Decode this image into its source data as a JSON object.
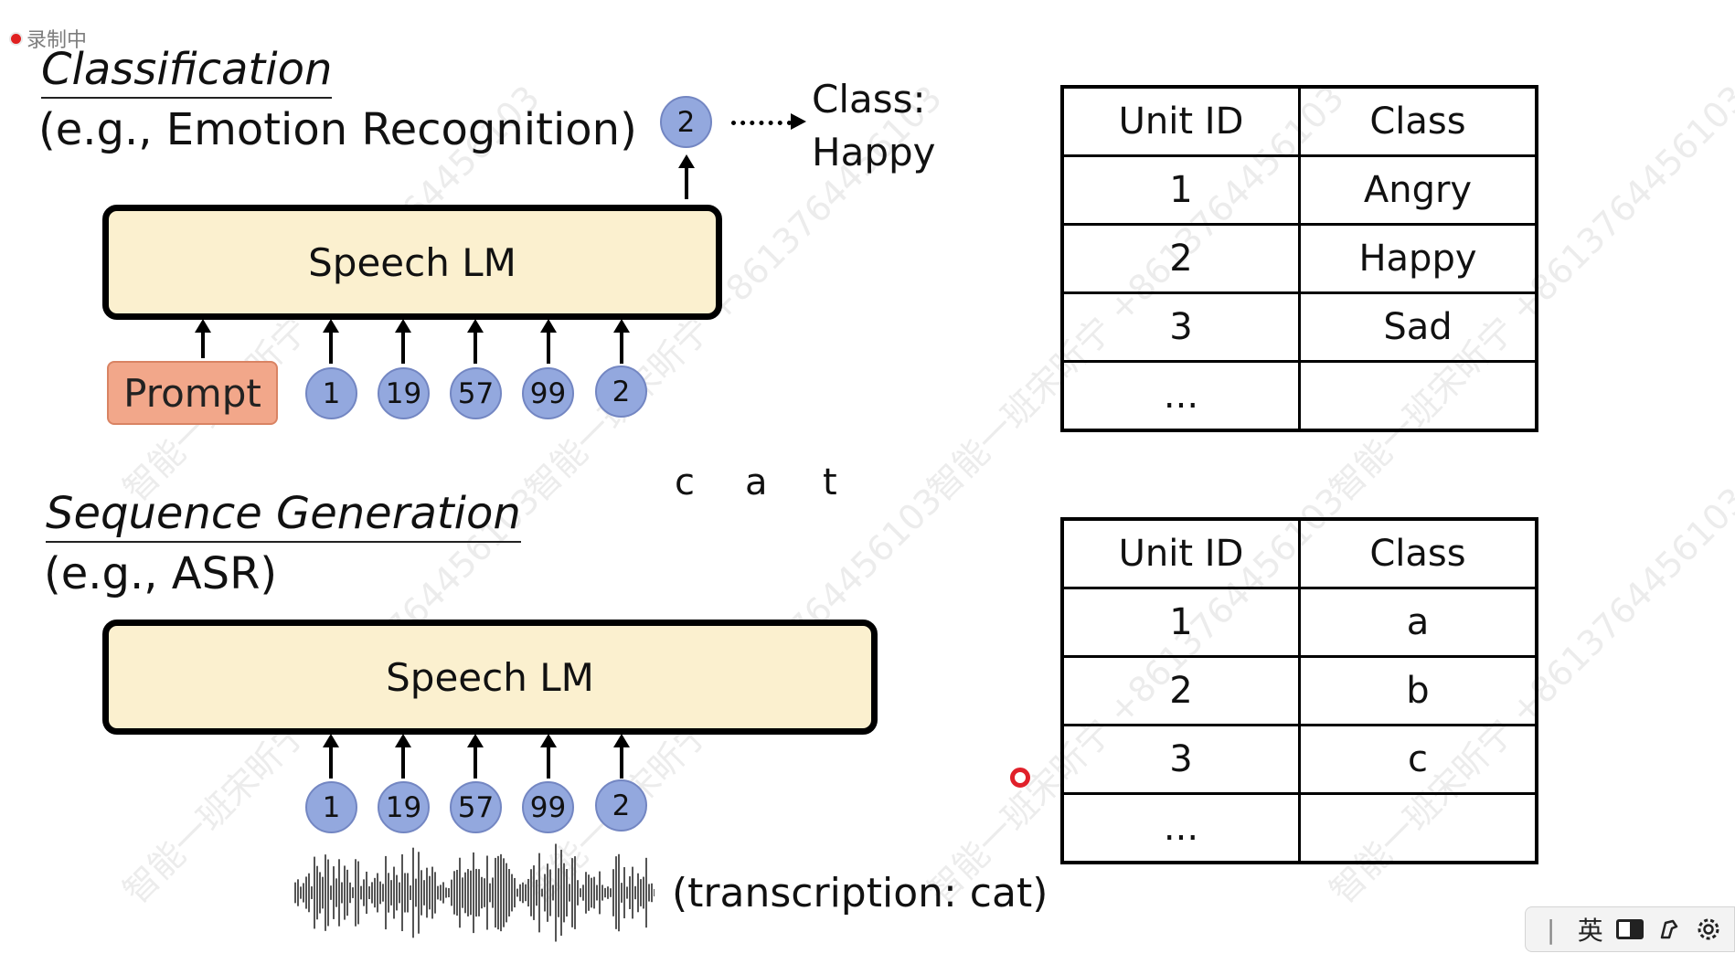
{
  "overlay": {
    "recording_label": "录制中",
    "watermark_text": "智能一班宋昕宁 +8613764456103"
  },
  "classification": {
    "title": "Classification",
    "subtitle": "(e.g., Emotion Recognition)",
    "model_label": "Speech LM",
    "prompt_label": "Prompt",
    "input_tokens": [
      "1",
      "19",
      "57",
      "99",
      "2"
    ],
    "output_token": "2",
    "output_text": [
      "Class:",
      "Happy"
    ],
    "table": {
      "headers": [
        "Unit ID",
        "Class"
      ],
      "rows": [
        [
          "1",
          "Angry"
        ],
        [
          "2",
          "Happy"
        ],
        [
          "3",
          "Sad"
        ],
        [
          "...",
          ""
        ]
      ]
    }
  },
  "sequence_generation": {
    "title": "Sequence Generation",
    "subtitle": "(e.g., ASR)",
    "model_label": "Speech LM",
    "input_tokens": [
      "1",
      "19",
      "57",
      "99",
      "2"
    ],
    "output_letters": [
      "c",
      "a",
      "t"
    ],
    "transcription": "(transcription: cat)",
    "table": {
      "headers": [
        "Unit ID",
        "Class"
      ],
      "rows": [
        [
          "1",
          "a"
        ],
        [
          "2",
          "b"
        ],
        [
          "3",
          "c"
        ],
        [
          "...",
          ""
        ]
      ]
    }
  },
  "ime_toolbar": {
    "separator": "|",
    "language_label": "英",
    "icons": [
      "half-width-icon",
      "skin-icon",
      "settings-icon"
    ]
  },
  "colors": {
    "lm_box_fill": "#fbf0cf",
    "token_fill": "#93a8de",
    "prompt_fill": "#f2a78a",
    "laser_pointer": "#e0202a"
  }
}
